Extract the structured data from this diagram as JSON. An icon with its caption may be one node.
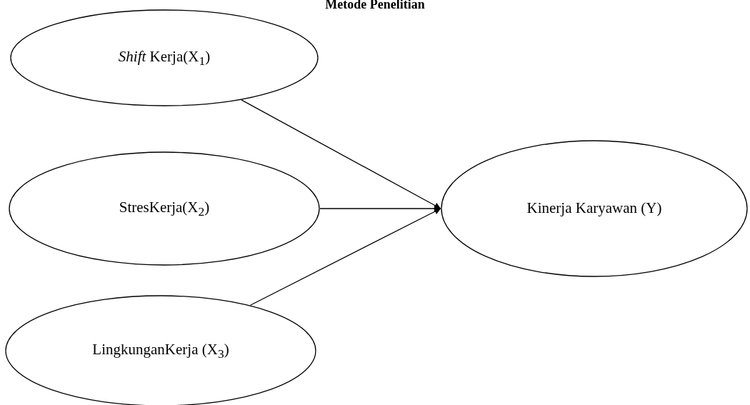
{
  "diagram": {
    "title": "Metode Penelitian",
    "nodes": [
      {
        "text": [
          "*Shift* Kerja(X$_{1}$)"
        ]
      },
      {
        "text": [
          "StresKerja(X$_{2}$)"
        ]
      },
      {
        "text": [
          "LingkunganKerja (X$_{3}$)"
        ]
      },
      {
        "text": [
          "Kinerja Karyawan (Y)"
        ]
      }
    ],
    "edges": [
      {
        "from": 0,
        "to": 3,
        "arrow": "to"
      },
      {
        "from": 1,
        "to": 3,
        "arrow": "to"
      },
      {
        "from": 2,
        "to": 3,
        "arrow": "to"
      }
    ]
  }
}
